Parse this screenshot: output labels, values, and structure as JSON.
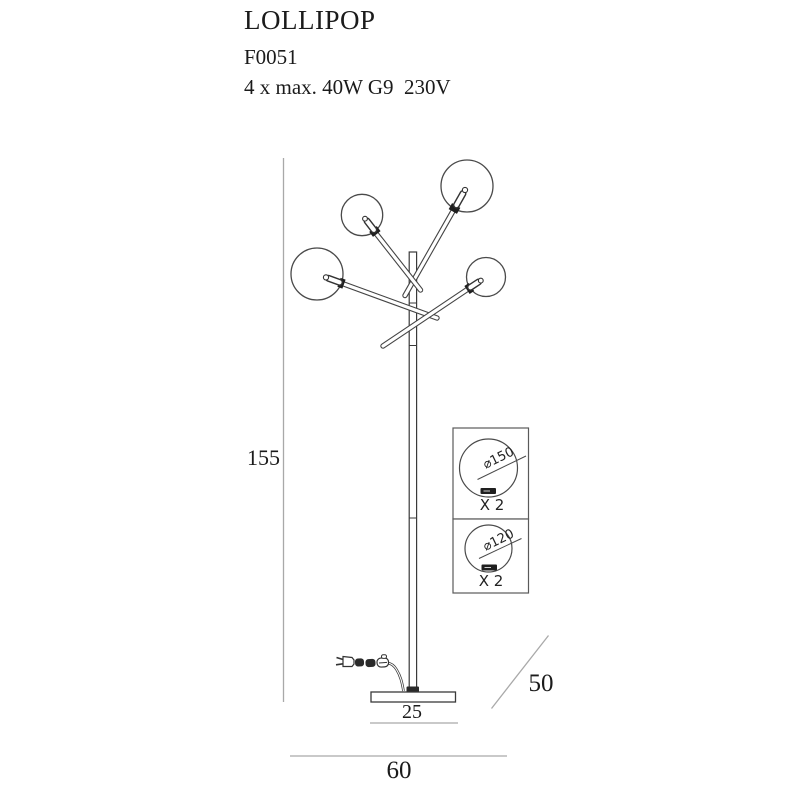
{
  "product": {
    "title": "LOLLIPOP",
    "code": "F0051",
    "spec": "4 x max. 40W G9  230V"
  },
  "dimensions": {
    "height": "155",
    "base": "25",
    "width": "60",
    "depth": "50"
  },
  "details": {
    "large": {
      "diameter": "⌀150",
      "quantity": "X 2"
    },
    "small": {
      "diameter": "⌀120",
      "quantity": "X 2"
    }
  },
  "colors": {
    "line": "#3a3a3a",
    "dimension_line": "#a9a9a9",
    "socket_dark": "#1f1f1f",
    "text": "#1b1b1b",
    "background": "#ffffff"
  }
}
